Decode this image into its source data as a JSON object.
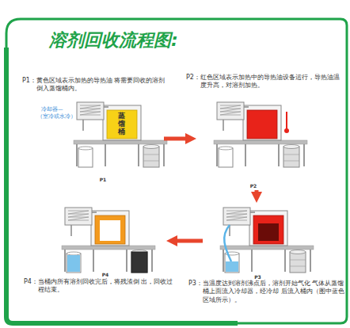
{
  "diagram": {
    "title": "溶剂回收流程图:",
    "nodes": [
      {
        "text": [
          "P1：黄色区域表示加热的导热油 将需要回收的溶剂倒入蒸馏桶内。",
          "P1"
        ]
      },
      {
        "text": [
          "P2：红色区域表示加热中的导热油设备运行，导热油温度升高，对溶剂加热。",
          "P2"
        ]
      },
      {
        "text": [
          "P3：当温度达到溶剂沸点后，溶剂开始气化 气体从蒸馏桶上面流入冷却器，经冷却 后流入桶内（图中蓝色区域所示）。",
          "P3"
        ]
      },
      {
        "text": [
          "P4：当桶内所有溶剂回收完后，将残渣倒 出，回收过程结束。",
          "P4"
        ]
      }
    ],
    "edges": [
      {
        "from": 0,
        "to": 1,
        "arrow": "to"
      },
      {
        "from": 1,
        "to": 2,
        "arrow": "to"
      },
      {
        "from": 2,
        "to": 3,
        "arrow": "to"
      }
    ],
    "labels": [
      "冷却器—",
      "（室冷或水冷）",
      "蒸馏桶"
    ]
  }
}
